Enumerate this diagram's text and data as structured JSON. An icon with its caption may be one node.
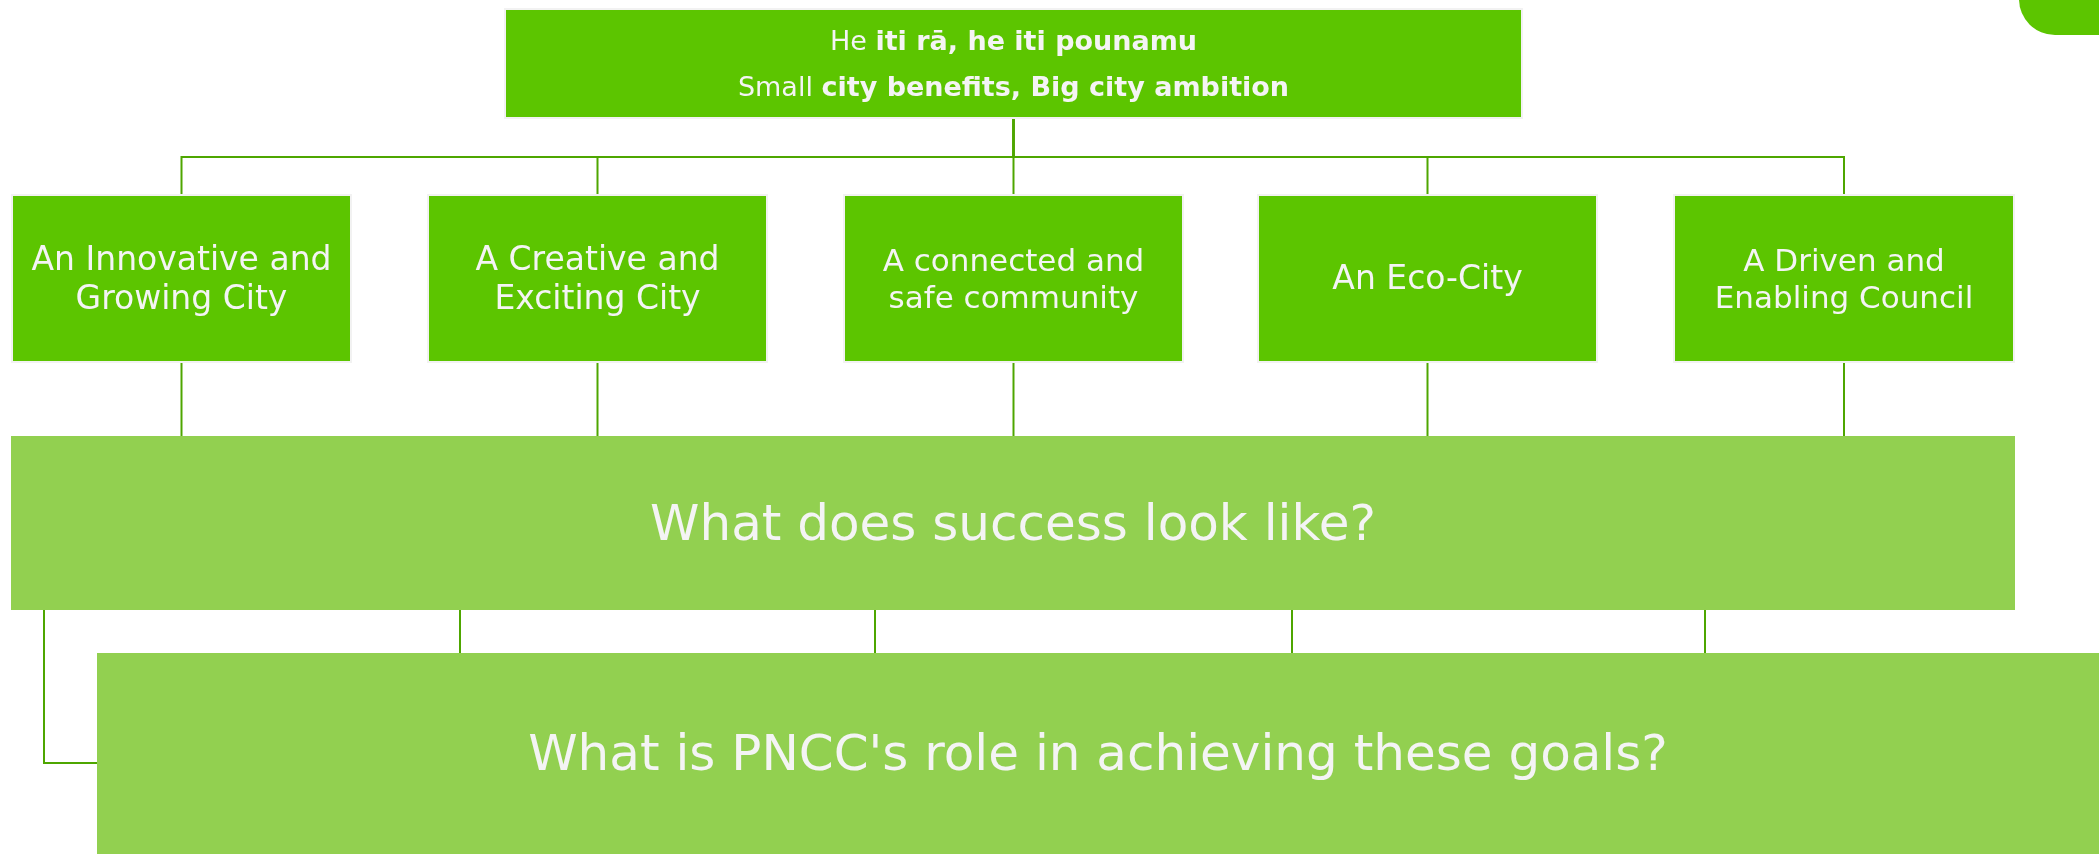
{
  "diagram": {
    "nodes": [
      {
        "text": [
          "He **iti rā, he iti pounamu**",
          "Small **city benefits, Big city ambition**"
        ]
      },
      {
        "text": [
          "An Innovative and Growing City"
        ]
      },
      {
        "text": [
          "A Creative and Exciting City"
        ]
      },
      {
        "text": [
          "A connected and safe community"
        ]
      },
      {
        "text": [
          "An Eco-City"
        ]
      },
      {
        "text": [
          "A Driven and Enabling Council"
        ]
      },
      {
        "text": [
          "What does success look like?"
        ]
      },
      {
        "text": [
          "What is PNCC's role in achieving these goals?"
        ]
      }
    ],
    "edges": [
      {
        "from": 0,
        "to": 1,
        "arrow": "none"
      },
      {
        "from": 0,
        "to": 2,
        "arrow": "none"
      },
      {
        "from": 0,
        "to": 3,
        "arrow": "none"
      },
      {
        "from": 0,
        "to": 4,
        "arrow": "none"
      },
      {
        "from": 0,
        "to": 5,
        "arrow": "none"
      },
      {
        "from": 1,
        "to": 6,
        "arrow": "none"
      },
      {
        "from": 2,
        "to": 6,
        "arrow": "none"
      },
      {
        "from": 3,
        "to": 6,
        "arrow": "none"
      },
      {
        "from": 4,
        "to": 6,
        "arrow": "none"
      },
      {
        "from": 5,
        "to": 6,
        "arrow": "none"
      },
      {
        "from": 6,
        "to": 7,
        "arrow": "none"
      },
      {
        "from": 6,
        "to": 7,
        "arrow": "none"
      },
      {
        "from": 6,
        "to": 7,
        "arrow": "none"
      },
      {
        "from": 6,
        "to": 7,
        "arrow": "none"
      },
      {
        "from": 6,
        "to": 7,
        "arrow": "none"
      }
    ]
  }
}
